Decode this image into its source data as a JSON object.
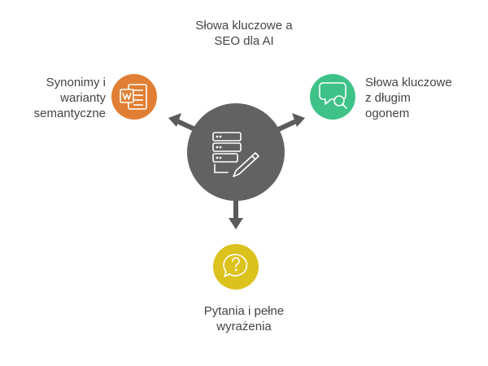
{
  "diagram": {
    "title": [
      "Słowa kluczowe a",
      "SEO dla AI"
    ],
    "nodes": [
      {
        "id": "left",
        "lines": [
          "Synonimy i",
          "warianty",
          "semantyczne"
        ],
        "icon": "word-document-icon",
        "color": "#e07f33"
      },
      {
        "id": "right",
        "lines": [
          "Słowa kluczowe",
          "z długim",
          "ogonem"
        ],
        "icon": "chat-search-icon",
        "color": "#3ec288"
      },
      {
        "id": "bottom",
        "lines": [
          "Pytania i pełne",
          "wyrażenia"
        ],
        "icon": "question-bubble-icon",
        "color": "#dcc21d"
      }
    ],
    "center": {
      "icon": "server-pencil-icon",
      "color": "#626262"
    },
    "arrow_color": "#5b5b5b"
  }
}
